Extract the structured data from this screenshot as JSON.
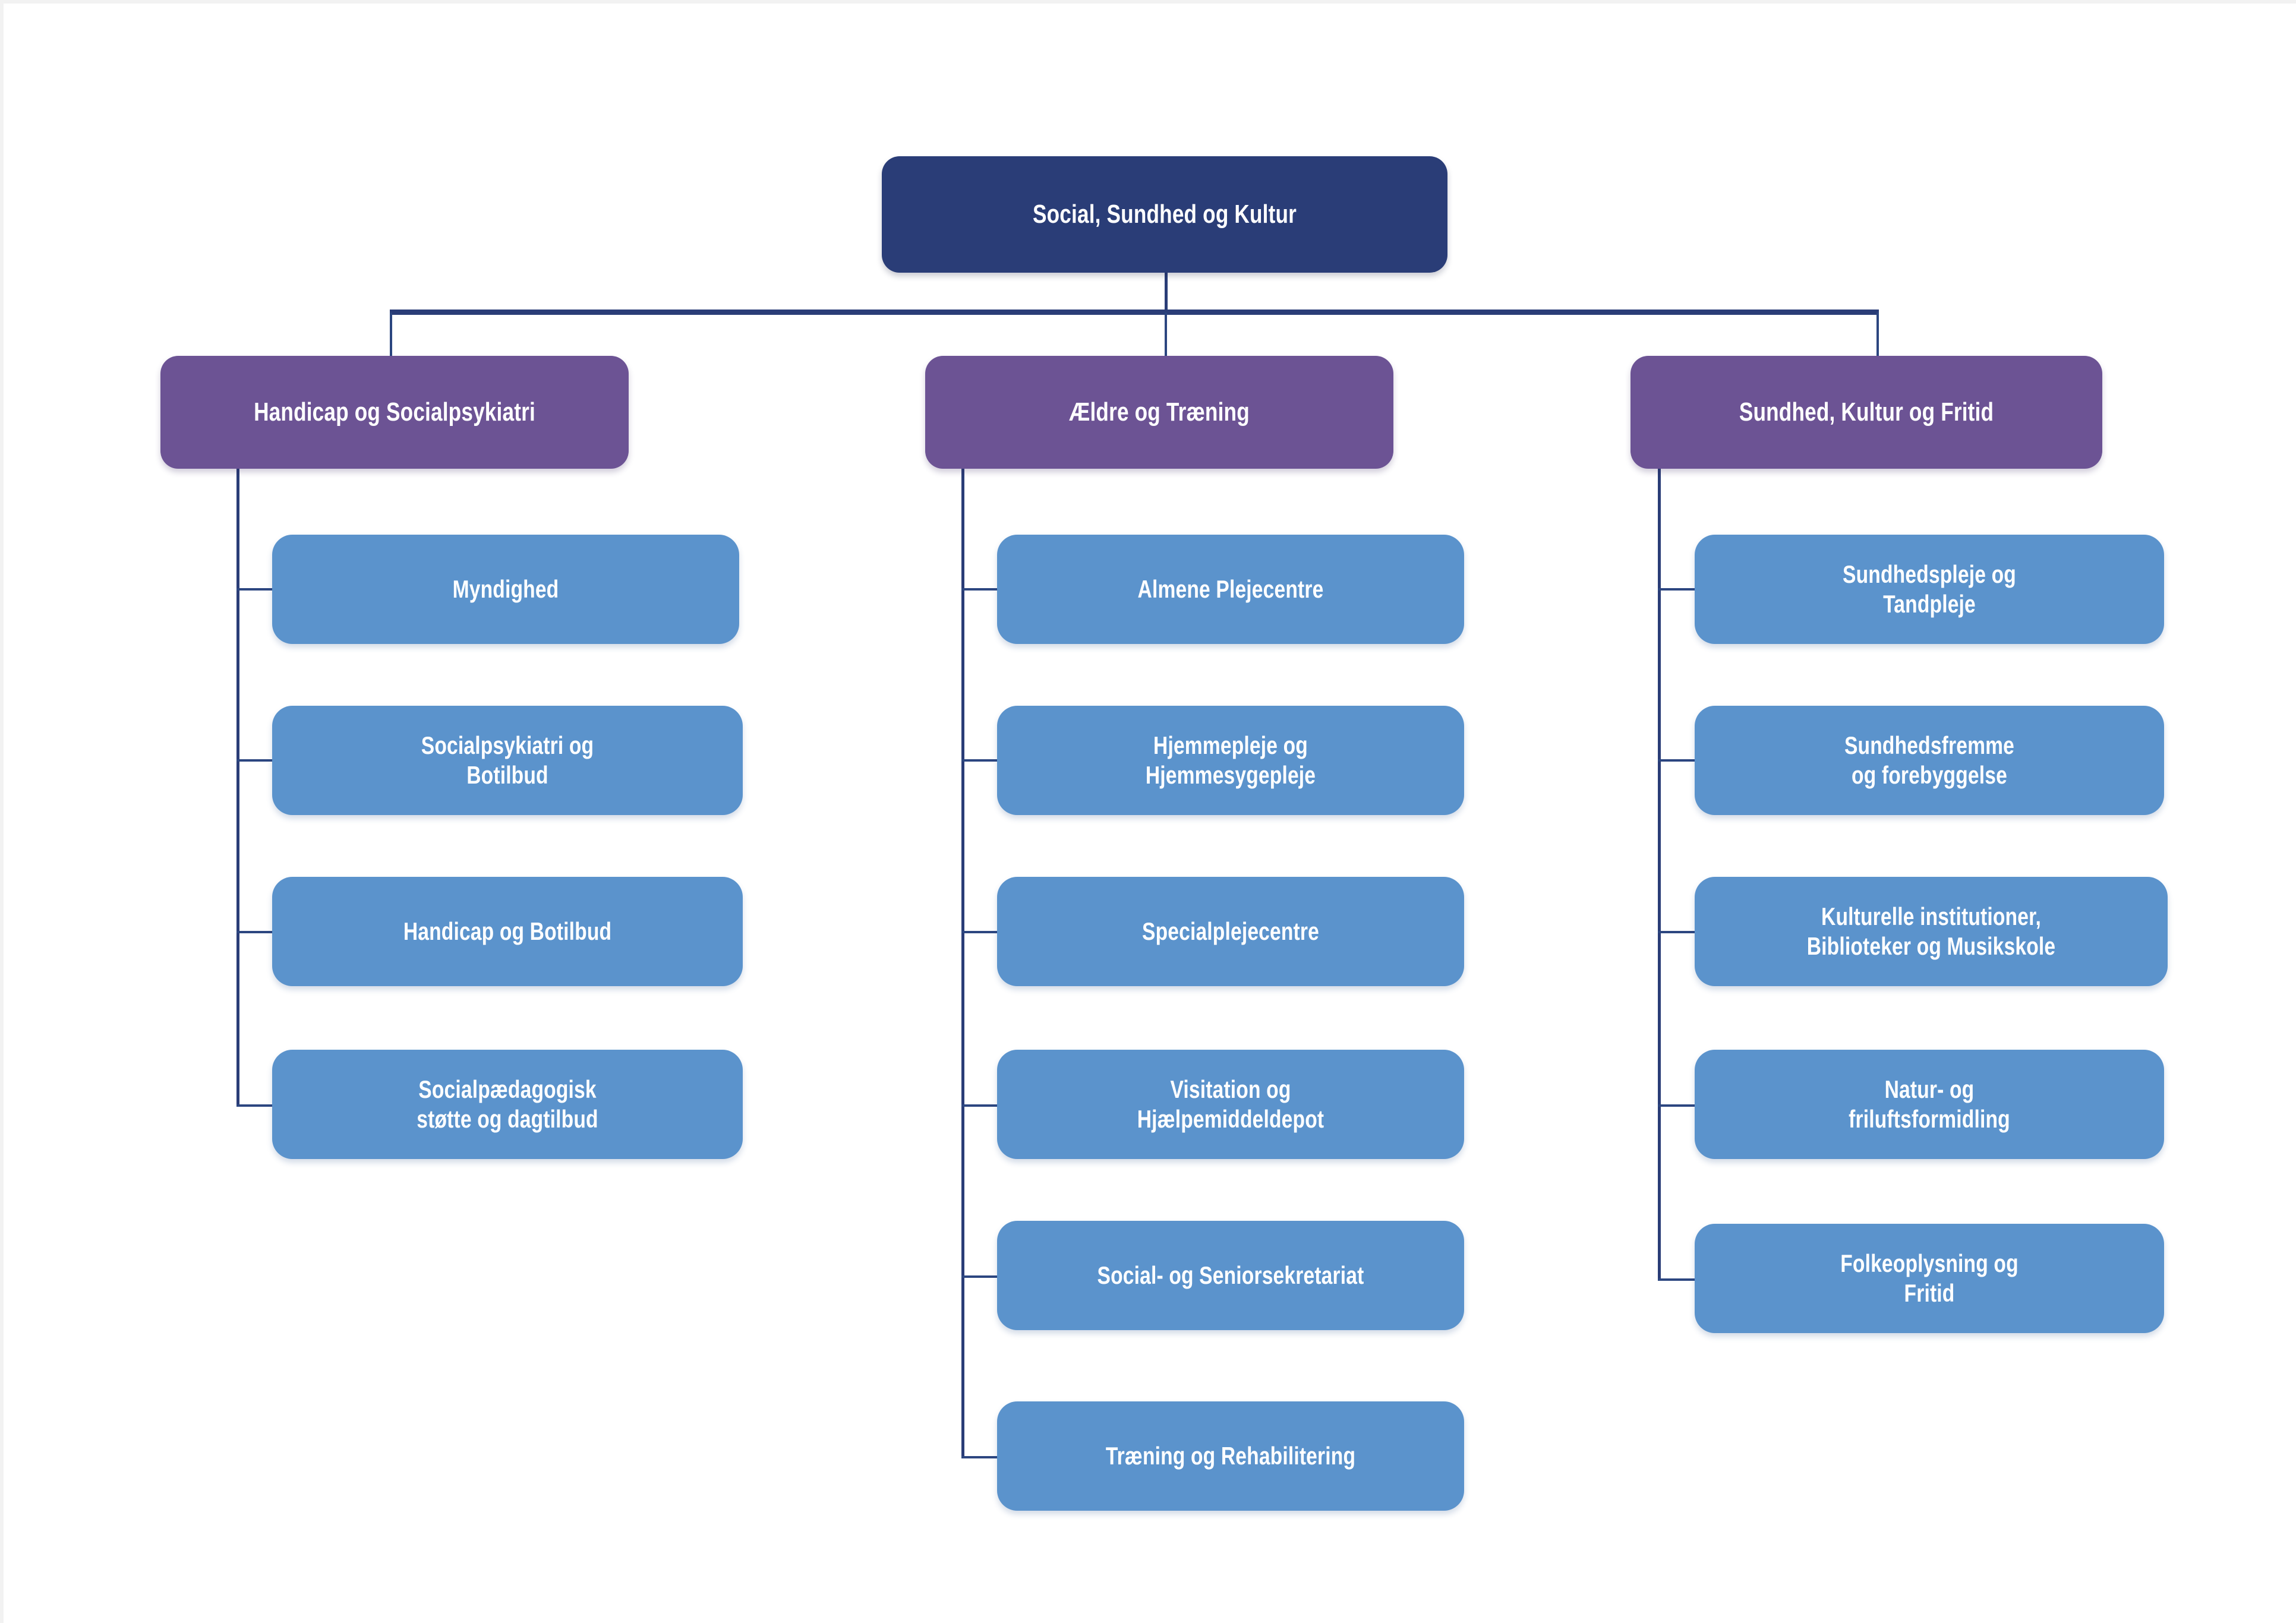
{
  "colors": {
    "root": "#2A3D77",
    "division": "#6C5394",
    "leaf": "#5B93CC",
    "connector": "#2A3D77",
    "background": "#FFFFFF",
    "text": "#FFFFFF"
  },
  "chart_data": {
    "type": "diagram",
    "subtype": "organizational-chart",
    "title": "Social, Sundhed og Kultur",
    "levels": 3,
    "orientation": "top-down-then-left-rail",
    "root": {
      "label": "Social, Sundhed og Kultur",
      "level": 0,
      "color": "#2A3D77"
    },
    "divisions": [
      {
        "label": "Handicap og Socialpsykiatri",
        "level": 1,
        "color": "#6C5394",
        "units": [
          {
            "label": "Myndighed",
            "level": 2,
            "color": "#5B93CC"
          },
          {
            "label": "Socialpsykiatri og\nBotilbud",
            "level": 2,
            "color": "#5B93CC"
          },
          {
            "label": "Handicap og Botilbud",
            "level": 2,
            "color": "#5B93CC"
          },
          {
            "label": "Socialpædagogisk\nstøtte og dagtilbud",
            "level": 2,
            "color": "#5B93CC"
          }
        ]
      },
      {
        "label": "Ældre og Træning",
        "level": 1,
        "color": "#6C5394",
        "units": [
          {
            "label": "Almene Plejecentre",
            "level": 2,
            "color": "#5B93CC"
          },
          {
            "label": "Hjemmepleje og\nHjemmesygepleje",
            "level": 2,
            "color": "#5B93CC"
          },
          {
            "label": "Specialplejecentre",
            "level": 2,
            "color": "#5B93CC"
          },
          {
            "label": "Visitation og\nHjælpemiddeldepot",
            "level": 2,
            "color": "#5B93CC"
          },
          {
            "label": "Social- og Seniorsekretariat",
            "level": 2,
            "color": "#5B93CC"
          },
          {
            "label": "Træning og Rehabilitering",
            "level": 2,
            "color": "#5B93CC"
          }
        ]
      },
      {
        "label": "Sundhed, Kultur og Fritid",
        "level": 1,
        "color": "#6C5394",
        "units": [
          {
            "label": "Sundhedspleje og\nTandpleje",
            "level": 2,
            "color": "#5B93CC"
          },
          {
            "label": "Sundhedsfremme\nog forebyggelse",
            "level": 2,
            "color": "#5B93CC"
          },
          {
            "label": "Kulturelle institutioner,\nBiblioteker og Musikskole",
            "level": 2,
            "color": "#5B93CC"
          },
          {
            "label": "Natur- og\nfriluftsformidling",
            "level": 2,
            "color": "#5B93CC"
          },
          {
            "label": "Folkeoplysning og\nFritid",
            "level": 2,
            "color": "#5B93CC"
          }
        ]
      }
    ]
  }
}
